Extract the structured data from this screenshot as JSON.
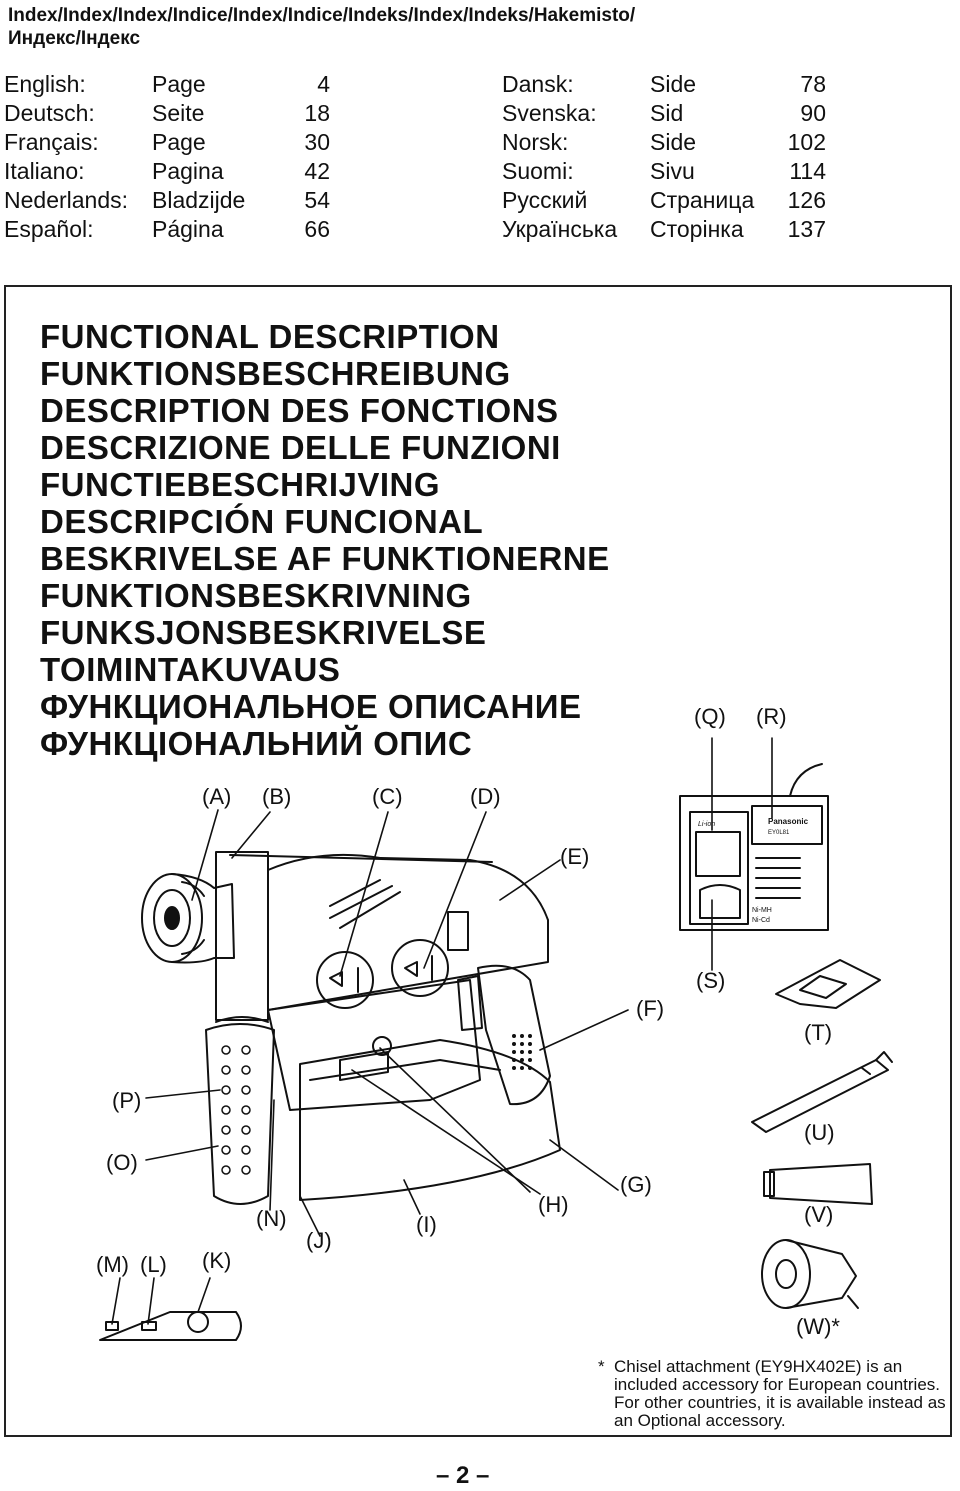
{
  "header": {
    "line1": "Index/Index/Index/Indice/Index/Indice/Indeks/Index/Indeks/Hakemisto/",
    "line2": "Индекс/Індекс"
  },
  "index_left": [
    {
      "lang": "English:",
      "word": "Page",
      "num": "4"
    },
    {
      "lang": "Deutsch:",
      "word": "Seite",
      "num": "18"
    },
    {
      "lang": "Français:",
      "word": "Page",
      "num": "30"
    },
    {
      "lang": "Italiano:",
      "word": "Pagina",
      "num": "42"
    },
    {
      "lang": "Nederlands:",
      "word": "Bladzijde",
      "num": "54"
    },
    {
      "lang": "Español:",
      "word": "Página",
      "num": "66"
    }
  ],
  "index_right": [
    {
      "lang": "Dansk:",
      "word": "Side",
      "num": "78"
    },
    {
      "lang": "Svenska:",
      "word": "Sid",
      "num": "90"
    },
    {
      "lang": "Norsk:",
      "word": "Side",
      "num": "102"
    },
    {
      "lang": "Suomi:",
      "word": "Sivu",
      "num": "114"
    },
    {
      "lang": "Русский",
      "word": "Страница",
      "num": "126"
    },
    {
      "lang": "Українська",
      "word": "Сторінка",
      "num": "137"
    }
  ],
  "titles": [
    "FUNCTIONAL DESCRIPTION",
    "FUNKTIONSBESCHREIBUNG",
    "DESCRIPTION DES FONCTIONS",
    "DESCRIZIONE DELLE FUNZIONI",
    "FUNCTIEBESCHRIJVING",
    "DESCRIPCIÓN FUNCIONAL",
    "BESKRIVELSE AF FUNKTIONERNE",
    "FUNKTIONSBESKRIVNING",
    "FUNKSJONSBESKRIVELSE",
    "TOIMINTAKUVAUS",
    "ФУНКЦИОНАЛЬНОЕ ОПИСАНИЕ",
    "ФУНКЦІОНАЛЬНИЙ ОПИС"
  ],
  "labels": {
    "A": "(A)",
    "B": "(B)",
    "C": "(C)",
    "D": "(D)",
    "E": "(E)",
    "F": "(F)",
    "G": "(G)",
    "H": "(H)",
    "I": "(I)",
    "J": "(J)",
    "K": "(K)",
    "L": "(L)",
    "M": "(M)",
    "N": "(N)",
    "O": "(O)",
    "P": "(P)",
    "Q": "(Q)",
    "R": "(R)",
    "S": "(S)",
    "T": "(T)",
    "U": "(U)",
    "V": "(V)",
    "W": "(W)*"
  },
  "charger_text": {
    "brand": "Panasonic",
    "model": "EY0L81",
    "liion": "Li-ion",
    "nimh": "Ni-MH",
    "nicd": "Ni-Cd"
  },
  "note": {
    "star": "*",
    "text": "Chisel attachment (EY9HX402E) is an included accessory for European countries. For other countries, it is available instead as an Optional accessory."
  },
  "page_number": "– 2 –"
}
